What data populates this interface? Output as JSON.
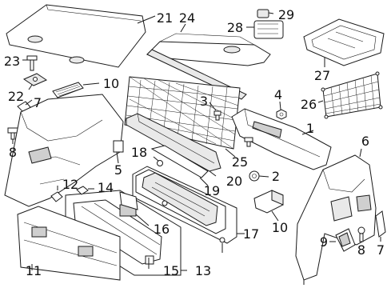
{
  "callouts": [
    {
      "id": "c1",
      "text": "1"
    },
    {
      "id": "c2",
      "text": "2"
    },
    {
      "id": "c3",
      "text": "3"
    },
    {
      "id": "c4",
      "text": "4"
    },
    {
      "id": "c5",
      "text": "5"
    },
    {
      "id": "c6",
      "text": "6"
    },
    {
      "id": "c7a",
      "text": "7"
    },
    {
      "id": "c7b",
      "text": "7"
    },
    {
      "id": "c8a",
      "text": "8"
    },
    {
      "id": "c8b",
      "text": "8"
    },
    {
      "id": "c9",
      "text": "9"
    },
    {
      "id": "c10a",
      "text": "10"
    },
    {
      "id": "c10b",
      "text": "10"
    },
    {
      "id": "c11",
      "text": "11"
    },
    {
      "id": "c12",
      "text": "12"
    },
    {
      "id": "c13",
      "text": "13"
    },
    {
      "id": "c14",
      "text": "14"
    },
    {
      "id": "c15",
      "text": "15"
    },
    {
      "id": "c16",
      "text": "16"
    },
    {
      "id": "c17",
      "text": "17"
    },
    {
      "id": "c18",
      "text": "18"
    },
    {
      "id": "c19",
      "text": "19"
    },
    {
      "id": "c20",
      "text": "20"
    },
    {
      "id": "c21",
      "text": "21"
    },
    {
      "id": "c22",
      "text": "22"
    },
    {
      "id": "c23",
      "text": "23"
    },
    {
      "id": "c24",
      "text": "24"
    },
    {
      "id": "c25",
      "text": "25"
    },
    {
      "id": "c26",
      "text": "26"
    },
    {
      "id": "c27",
      "text": "27"
    },
    {
      "id": "c28",
      "text": "28"
    },
    {
      "id": "c29",
      "text": "29"
    }
  ]
}
